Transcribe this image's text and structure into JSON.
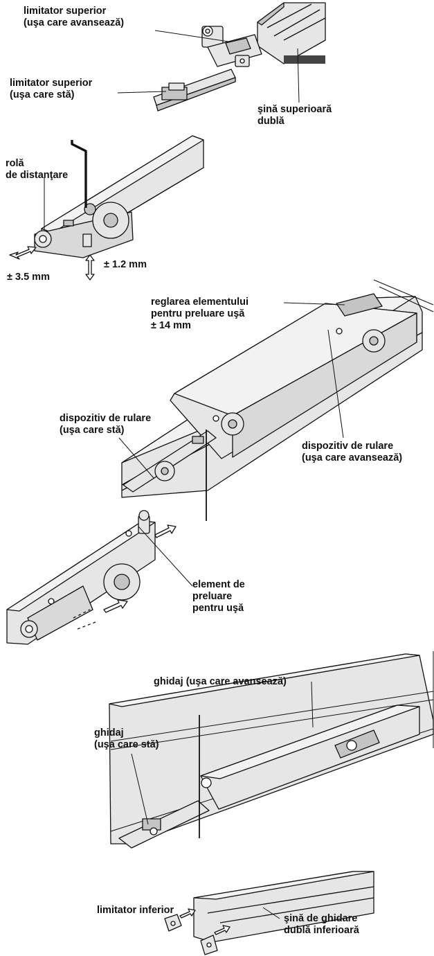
{
  "labels": {
    "upper_stop_leading": [
      "limitator superior",
      "(uşa care avansează)"
    ],
    "upper_stop_standing": [
      "limitator superior",
      "(uşa care stă)"
    ],
    "upper_double_track": [
      "şină superioară",
      "dublă"
    ],
    "spacer_roller": [
      "rolă",
      "de distanţare"
    ],
    "adjust_horizontal": "± 3.5 mm",
    "adjust_vertical": "± 1.2 mm",
    "catch_adjust": [
      "reglarea elementului",
      "pentru preluare uşă",
      "± 14 mm"
    ],
    "roller_standing": [
      "dispozitiv de rulare",
      "(uşa care stă)"
    ],
    "roller_leading": [
      "dispozitiv de rulare",
      "(uşa care avansează)"
    ],
    "door_catch": [
      "element de",
      "preluare",
      "pentru uşă"
    ],
    "guide_leading": "ghidaj (uşa care avansează)",
    "guide_standing": [
      "ghidaj",
      "(uşa care stă)"
    ],
    "lower_stop": "limitator inferior",
    "lower_double_track": [
      "şină de ghidare",
      "dublă inferioară"
    ]
  },
  "colors": {
    "stroke": "#111111",
    "metal": "#e6e6e6",
    "metal_dark": "#c4c4c4",
    "brush": "#444444"
  }
}
